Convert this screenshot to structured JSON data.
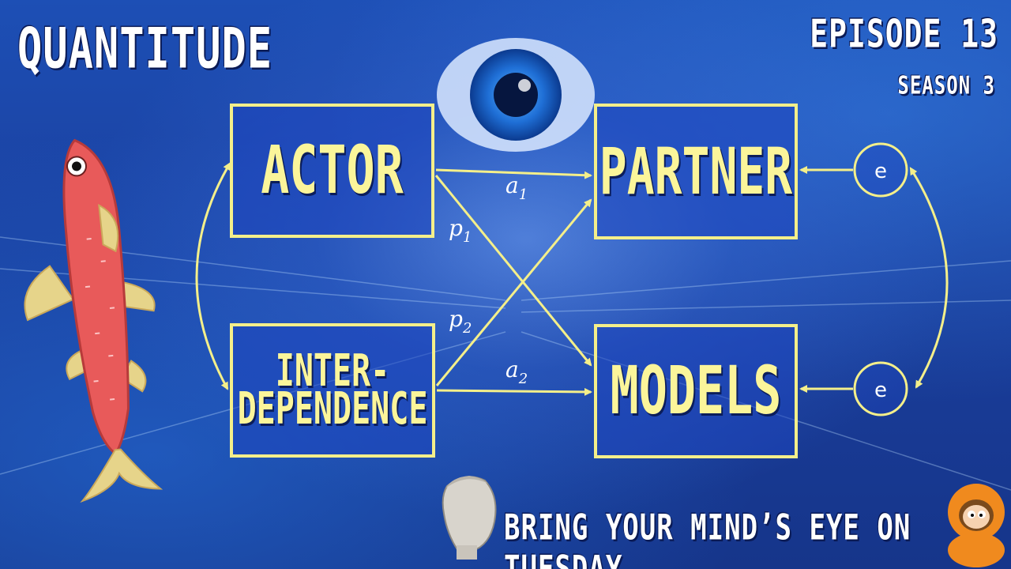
{
  "header": {
    "show_title": "QUANTITUDE",
    "episode": "EPISODE 13",
    "season": "SEASON 3"
  },
  "footer": {
    "tagline": "BRING YOUR MIND’S EYE ON TUESDAY"
  },
  "diagram": {
    "boxes": {
      "actor": "ACTOR",
      "partner": "PARTNER",
      "interdependence_line1": "INTER-",
      "interdependence_line2": "DEPENDENCE",
      "models": "MODELS"
    },
    "paths": {
      "a1": {
        "symbol": "a",
        "sub": "1"
      },
      "a2": {
        "symbol": "a",
        "sub": "2"
      },
      "p1": {
        "symbol": "p",
        "sub": "1"
      },
      "p2": {
        "symbol": "p",
        "sub": "2"
      }
    },
    "errors": {
      "e1": "e",
      "e2": "e"
    }
  },
  "colors": {
    "accent_yellow": "#f4ef8a",
    "box_text": "#fbf59a",
    "fish_red": "#e85a5a",
    "fish_fin": "#e6d48a",
    "character_orange": "#f08a1e"
  },
  "icons": [
    "fish-illustration",
    "eye-icon",
    "statue-head-icon",
    "cartoon-character-icon"
  ]
}
